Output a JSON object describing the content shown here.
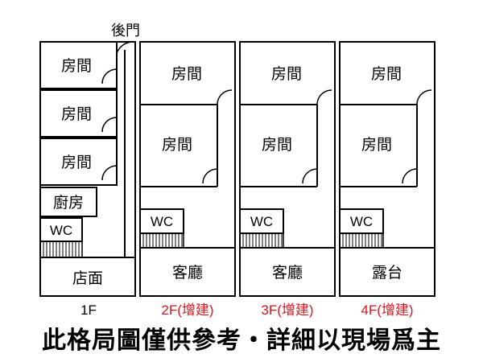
{
  "back_door_label": "後門",
  "floors": [
    {
      "label": "1F",
      "label_color": "#000000",
      "rooms": [
        "房間",
        "房間",
        "房間",
        "廚房",
        "WC",
        "店面"
      ]
    },
    {
      "label": "2F(增建)",
      "label_color": "#e0141e",
      "rooms": [
        "房間",
        "房間",
        "WC",
        "客廳"
      ]
    },
    {
      "label": "3F(增建)",
      "label_color": "#e0141e",
      "rooms": [
        "房間",
        "房間",
        "WC",
        "客廳"
      ]
    },
    {
      "label": "4F(增建)",
      "label_color": "#e0141e",
      "rooms": [
        "房間",
        "房間",
        "WC",
        "露台"
      ]
    }
  ],
  "disclaimer": "此格局圖僅供參考・詳細以現場爲主"
}
